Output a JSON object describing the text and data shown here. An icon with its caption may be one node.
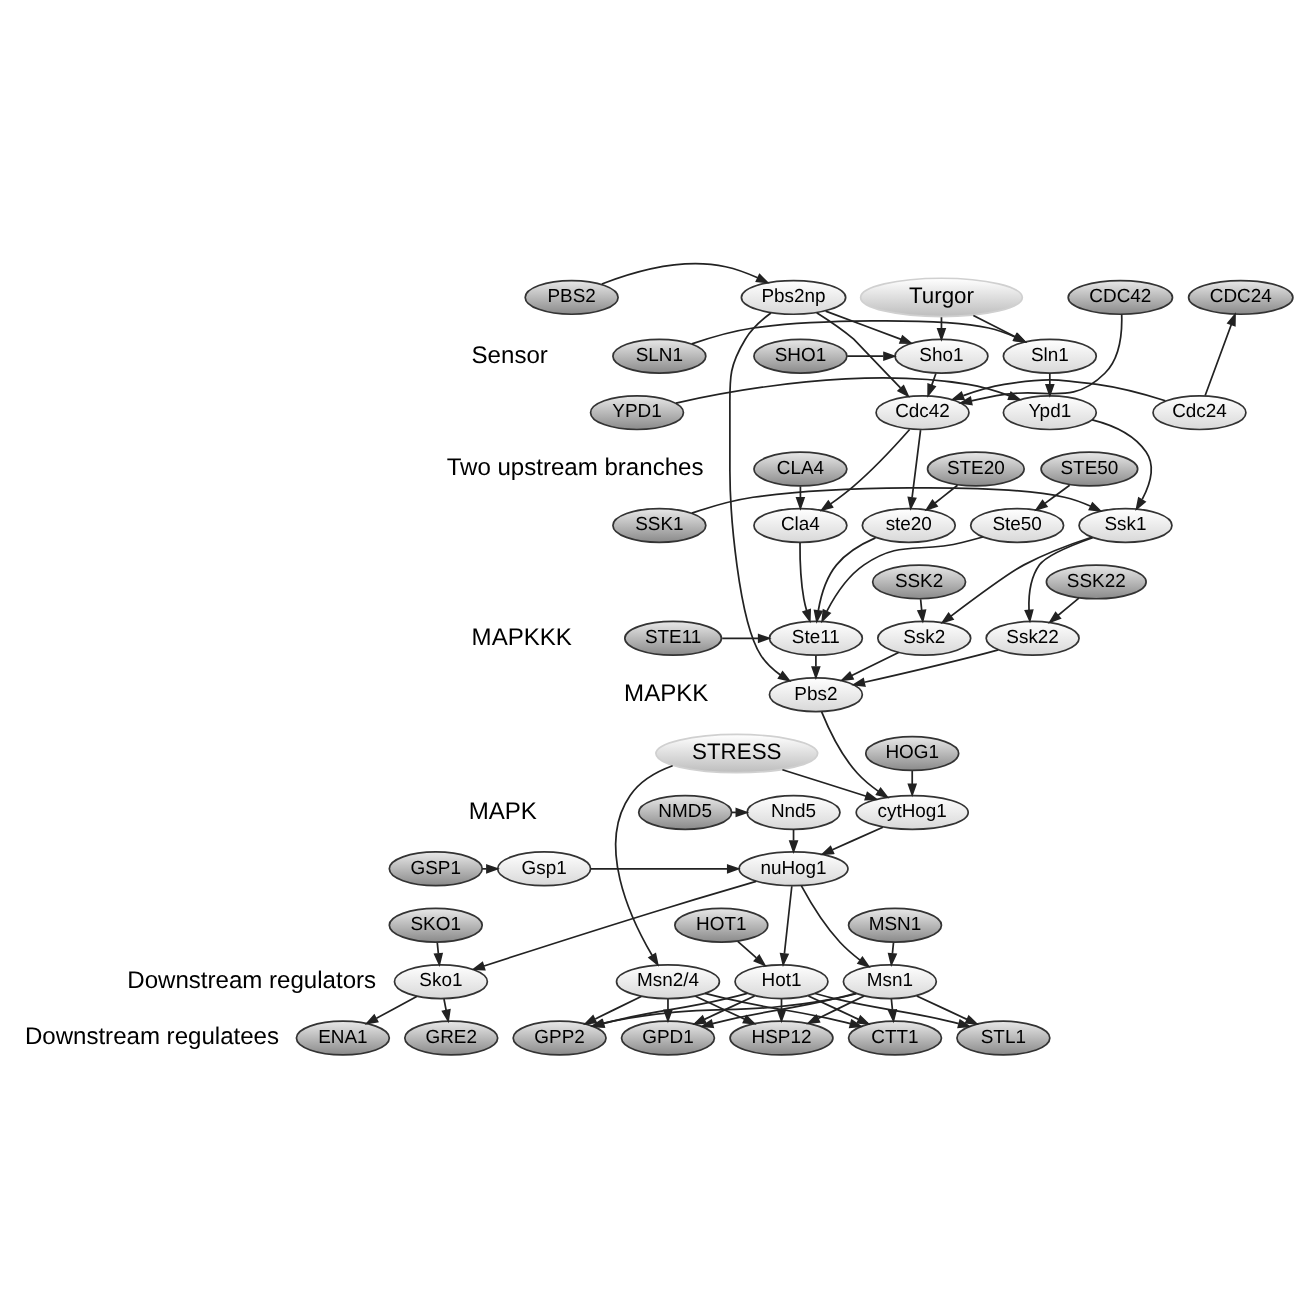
{
  "diagram": {
    "nodes": [
      {
        "text": [
          "Turgor"
        ]
      },
      {
        "text": [
          "SLN1"
        ]
      },
      {
        "text": [
          "Sln1"
        ]
      },
      {
        "text": [
          "Sho1"
        ]
      },
      {
        "text": [
          "SHO1"
        ]
      },
      {
        "text": [
          "PBS2"
        ]
      },
      {
        "text": [
          "Pbs2np"
        ]
      },
      {
        "text": [
          "CDC42"
        ]
      },
      {
        "text": [
          "CDC24"
        ]
      },
      {
        "text": [
          "YPD1"
        ]
      },
      {
        "text": [
          "Ypd1"
        ]
      },
      {
        "text": [
          "Cdc42"
        ]
      },
      {
        "text": [
          "Cdc24"
        ]
      },
      {
        "text": [
          "CLA4"
        ]
      },
      {
        "text": [
          "STE20"
        ]
      },
      {
        "text": [
          "STE50"
        ]
      },
      {
        "text": [
          "SSK1"
        ]
      },
      {
        "text": [
          "Ssk1"
        ]
      },
      {
        "text": [
          "Cla4"
        ]
      },
      {
        "text": [
          "ste20"
        ]
      },
      {
        "text": [
          "Ste50"
        ]
      },
      {
        "text": [
          "SSK22"
        ]
      },
      {
        "text": [
          "SSK2"
        ]
      },
      {
        "text": [
          "Ssk22"
        ]
      },
      {
        "text": [
          "Ssk2"
        ]
      },
      {
        "text": [
          "Ste11"
        ]
      },
      {
        "text": [
          "STE11"
        ]
      },
      {
        "text": [
          "Pbs2"
        ]
      },
      {
        "text": [
          "HOG1"
        ]
      },
      {
        "text": [
          "STRESS"
        ]
      },
      {
        "text": [
          "cytHog1"
        ]
      },
      {
        "text": [
          "NMD5"
        ]
      },
      {
        "text": [
          "Nnd5"
        ]
      },
      {
        "text": [
          "GSP1"
        ]
      },
      {
        "text": [
          "Gsp1"
        ]
      },
      {
        "text": [
          "nuHog1"
        ]
      },
      {
        "text": [
          "SKO1"
        ]
      },
      {
        "text": [
          "HOT1"
        ]
      },
      {
        "text": [
          "MSN1"
        ]
      },
      {
        "text": [
          "Sko1"
        ]
      },
      {
        "text": [
          "Hot1"
        ]
      },
      {
        "text": [
          "Msn1"
        ]
      },
      {
        "text": [
          "Msn2/4"
        ]
      },
      {
        "text": [
          "GRE2"
        ]
      },
      {
        "text": [
          "ENA1"
        ]
      },
      {
        "text": [
          "STL1"
        ]
      },
      {
        "text": [
          "GPP2"
        ]
      },
      {
        "text": [
          "GPD1"
        ]
      },
      {
        "text": [
          "HSP12"
        ]
      },
      {
        "text": [
          "CTT1"
        ]
      }
    ],
    "edges": [
      {
        "from": 0,
        "to": 2,
        "arrow": "to"
      },
      {
        "from": 0,
        "to": 3,
        "arrow": "to"
      },
      {
        "from": 1,
        "to": 2,
        "arrow": "to"
      },
      {
        "from": 4,
        "to": 3,
        "arrow": "to"
      },
      {
        "from": 2,
        "to": 10,
        "arrow": "to"
      },
      {
        "from": 9,
        "to": 10,
        "arrow": "to"
      },
      {
        "from": 10,
        "to": 17,
        "arrow": "to"
      },
      {
        "from": 16,
        "to": 17,
        "arrow": "to"
      },
      {
        "from": 17,
        "to": 23,
        "arrow": "to"
      },
      {
        "from": 17,
        "to": 24,
        "arrow": "to"
      },
      {
        "from": 21,
        "to": 23,
        "arrow": "to"
      },
      {
        "from": 22,
        "to": 24,
        "arrow": "to"
      },
      {
        "from": 23,
        "to": 27,
        "arrow": "to"
      },
      {
        "from": 24,
        "to": 27,
        "arrow": "to"
      },
      {
        "from": 5,
        "to": 6,
        "arrow": "to"
      },
      {
        "from": 6,
        "to": 3,
        "arrow": "to"
      },
      {
        "from": 6,
        "to": 11,
        "arrow": "to"
      },
      {
        "from": 6,
        "to": 27,
        "arrow": "to"
      },
      {
        "from": 3,
        "to": 11,
        "arrow": "to"
      },
      {
        "from": 7,
        "to": 11,
        "arrow": "to"
      },
      {
        "from": 12,
        "to": 11,
        "arrow": "to"
      },
      {
        "from": 12,
        "to": 8,
        "arrow": "to"
      },
      {
        "from": 11,
        "to": 18,
        "arrow": "to"
      },
      {
        "from": 11,
        "to": 19,
        "arrow": "to"
      },
      {
        "from": 13,
        "to": 18,
        "arrow": "to"
      },
      {
        "from": 14,
        "to": 19,
        "arrow": "to"
      },
      {
        "from": 15,
        "to": 20,
        "arrow": "to"
      },
      {
        "from": 18,
        "to": 25,
        "arrow": "to"
      },
      {
        "from": 19,
        "to": 25,
        "arrow": "to"
      },
      {
        "from": 20,
        "to": 25,
        "arrow": "to"
      },
      {
        "from": 26,
        "to": 25,
        "arrow": "to"
      },
      {
        "from": 25,
        "to": 27,
        "arrow": "to"
      },
      {
        "from": 27,
        "to": 30,
        "arrow": "to"
      },
      {
        "from": 28,
        "to": 30,
        "arrow": "to"
      },
      {
        "from": 29,
        "to": 30,
        "arrow": "to"
      },
      {
        "from": 29,
        "to": 42,
        "arrow": "to"
      },
      {
        "from": 30,
        "to": 35,
        "arrow": "to"
      },
      {
        "from": 31,
        "to": 32,
        "arrow": "to"
      },
      {
        "from": 33,
        "to": 34,
        "arrow": "to"
      },
      {
        "from": 32,
        "to": 35,
        "arrow": "to"
      },
      {
        "from": 34,
        "to": 35,
        "arrow": "to"
      },
      {
        "from": 35,
        "to": 39,
        "arrow": "to"
      },
      {
        "from": 35,
        "to": 40,
        "arrow": "to"
      },
      {
        "from": 35,
        "to": 41,
        "arrow": "to"
      },
      {
        "from": 36,
        "to": 39,
        "arrow": "to"
      },
      {
        "from": 37,
        "to": 40,
        "arrow": "to"
      },
      {
        "from": 38,
        "to": 41,
        "arrow": "to"
      },
      {
        "from": 39,
        "to": 43,
        "arrow": "to"
      },
      {
        "from": 39,
        "to": 44,
        "arrow": "to"
      },
      {
        "from": 40,
        "to": 45,
        "arrow": "to"
      },
      {
        "from": 40,
        "to": 46,
        "arrow": "to"
      },
      {
        "from": 40,
        "to": 47,
        "arrow": "to"
      },
      {
        "from": 40,
        "to": 48,
        "arrow": "to"
      },
      {
        "from": 40,
        "to": 49,
        "arrow": "to"
      },
      {
        "from": 41,
        "to": 45,
        "arrow": "to"
      },
      {
        "from": 41,
        "to": 46,
        "arrow": "to"
      },
      {
        "from": 41,
        "to": 47,
        "arrow": "to"
      },
      {
        "from": 41,
        "to": 48,
        "arrow": "to"
      },
      {
        "from": 41,
        "to": 49,
        "arrow": "to"
      },
      {
        "from": 42,
        "to": 46,
        "arrow": "to"
      },
      {
        "from": 42,
        "to": 47,
        "arrow": "to"
      },
      {
        "from": 42,
        "to": 48,
        "arrow": "to"
      },
      {
        "from": 42,
        "to": 49,
        "arrow": "to"
      }
    ],
    "labels": [
      "Sensor",
      "Two upstream branches",
      "MAPKKK",
      "MAPKK",
      "MAPK",
      "Downstream regulators",
      "Downstream regulatees"
    ]
  }
}
